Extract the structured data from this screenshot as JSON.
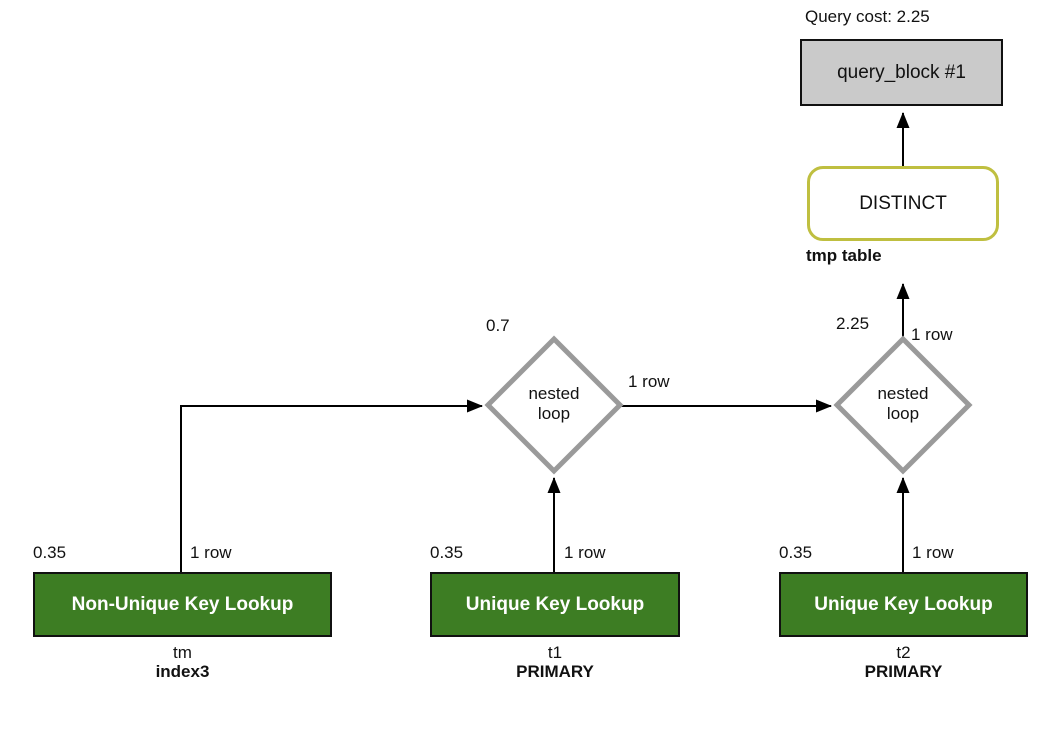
{
  "diagram": {
    "title": "Query cost: 2.25",
    "query_block": {
      "label": "query_block #1"
    },
    "distinct": {
      "label": "DISTINCT",
      "sublabel": "tmp table",
      "out_rows": "1 row",
      "cost": "2.25"
    },
    "nested_loops": [
      {
        "label": "nested loop",
        "cost": "0.7",
        "out_rows": "1 row"
      },
      {
        "label": "nested loop",
        "cost": "2.25",
        "out_rows": "1 row"
      }
    ],
    "tables": [
      {
        "access_type": "Non-Unique Key Lookup",
        "cost": "0.35",
        "rows": "1 row",
        "table": "tm",
        "key": "index3"
      },
      {
        "access_type": "Unique Key Lookup",
        "cost": "0.35",
        "rows": "1 row",
        "table": "t1",
        "key": "PRIMARY"
      },
      {
        "access_type": "Unique Key Lookup",
        "cost": "0.35",
        "rows": "1 row",
        "table": "t2",
        "key": "PRIMARY"
      }
    ],
    "colors": {
      "lookup_green": "#3d7d23",
      "query_block_gray": "#cacaca",
      "diamond_stroke": "#9a9a9a",
      "distinct_border": "#bfbf40",
      "wire": "#000000"
    }
  }
}
